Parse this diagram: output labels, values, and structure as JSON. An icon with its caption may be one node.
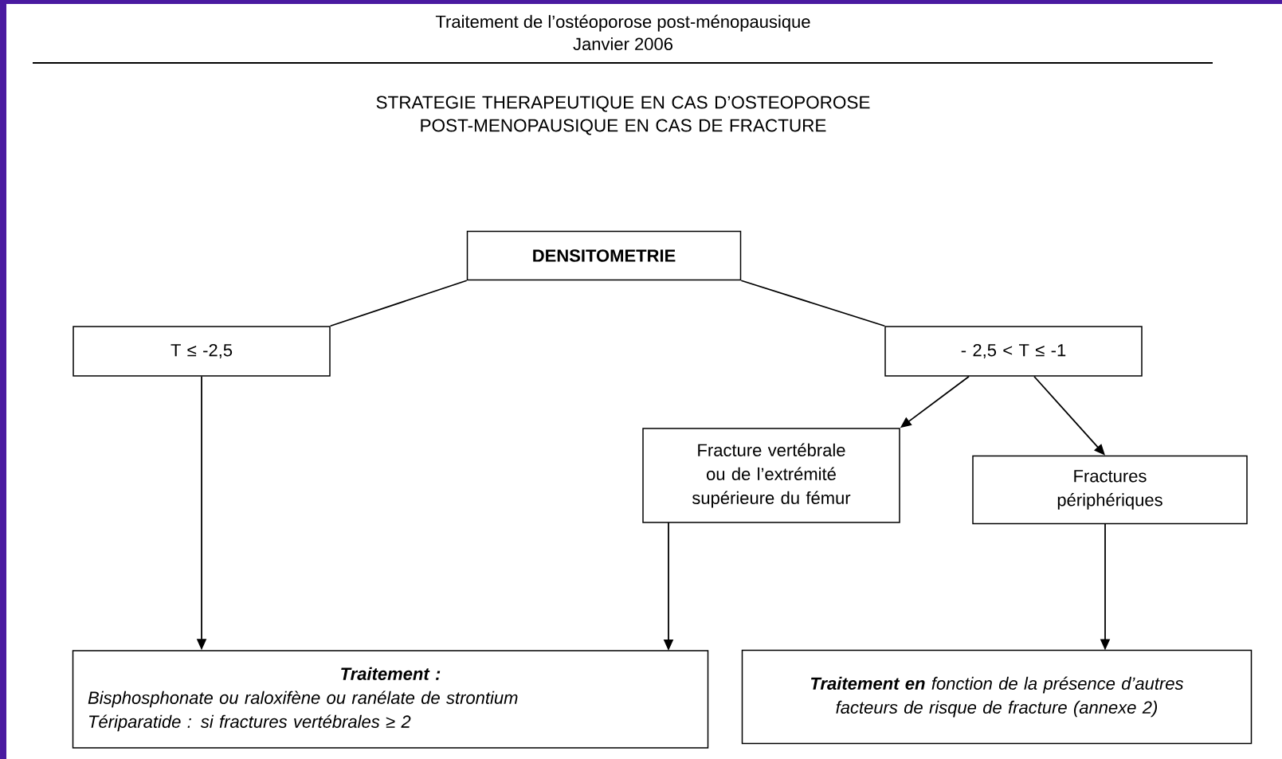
{
  "diagram": {
    "title": "STRATEGIE THERAPEUTIQUE EN CAS D’OSTEOPOROSE POST-MENOPAUSIQUE EN CAS DE FRACTURE",
    "nodes": [
      {
        "text": [
          "DENSITOMETRIE"
        ]
      },
      {
        "text": [
          "T ≤ -2,5"
        ]
      },
      {
        "text": [
          "- 2,5 < T ≤ -1"
        ]
      },
      {
        "text": [
          "Fracture vertébrale ou de l’extrémité supérieure du fémur"
        ]
      },
      {
        "text": [
          "Fractures périphériques"
        ]
      },
      {
        "text": [
          "Traitement :",
          "Bisphosphonate ou raloxifène ou ranélate de strontium",
          "Tériparatide : si fractures vertébrales ≥ 2"
        ]
      },
      {
        "text": [
          "**Traitement en** fonction de la présence d’autres facteurs de risque de fracture (annexe 2)"
        ]
      }
    ],
    "edges": [
      {
        "from": 0,
        "to": 1,
        "arrow": "none"
      },
      {
        "from": 0,
        "to": 2,
        "arrow": "none"
      },
      {
        "from": 1,
        "to": 5,
        "arrow": "to"
      },
      {
        "from": 2,
        "to": 3,
        "arrow": "to"
      },
      {
        "from": 2,
        "to": 4,
        "arrow": "to"
      },
      {
        "from": 3,
        "to": 5,
        "arrow": "to"
      },
      {
        "from": 4,
        "to": 6,
        "arrow": "to"
      }
    ],
    "labels": [
      "Traitement de l’ostéoporose post-ménopausique",
      "Janvier 2006"
    ]
  }
}
